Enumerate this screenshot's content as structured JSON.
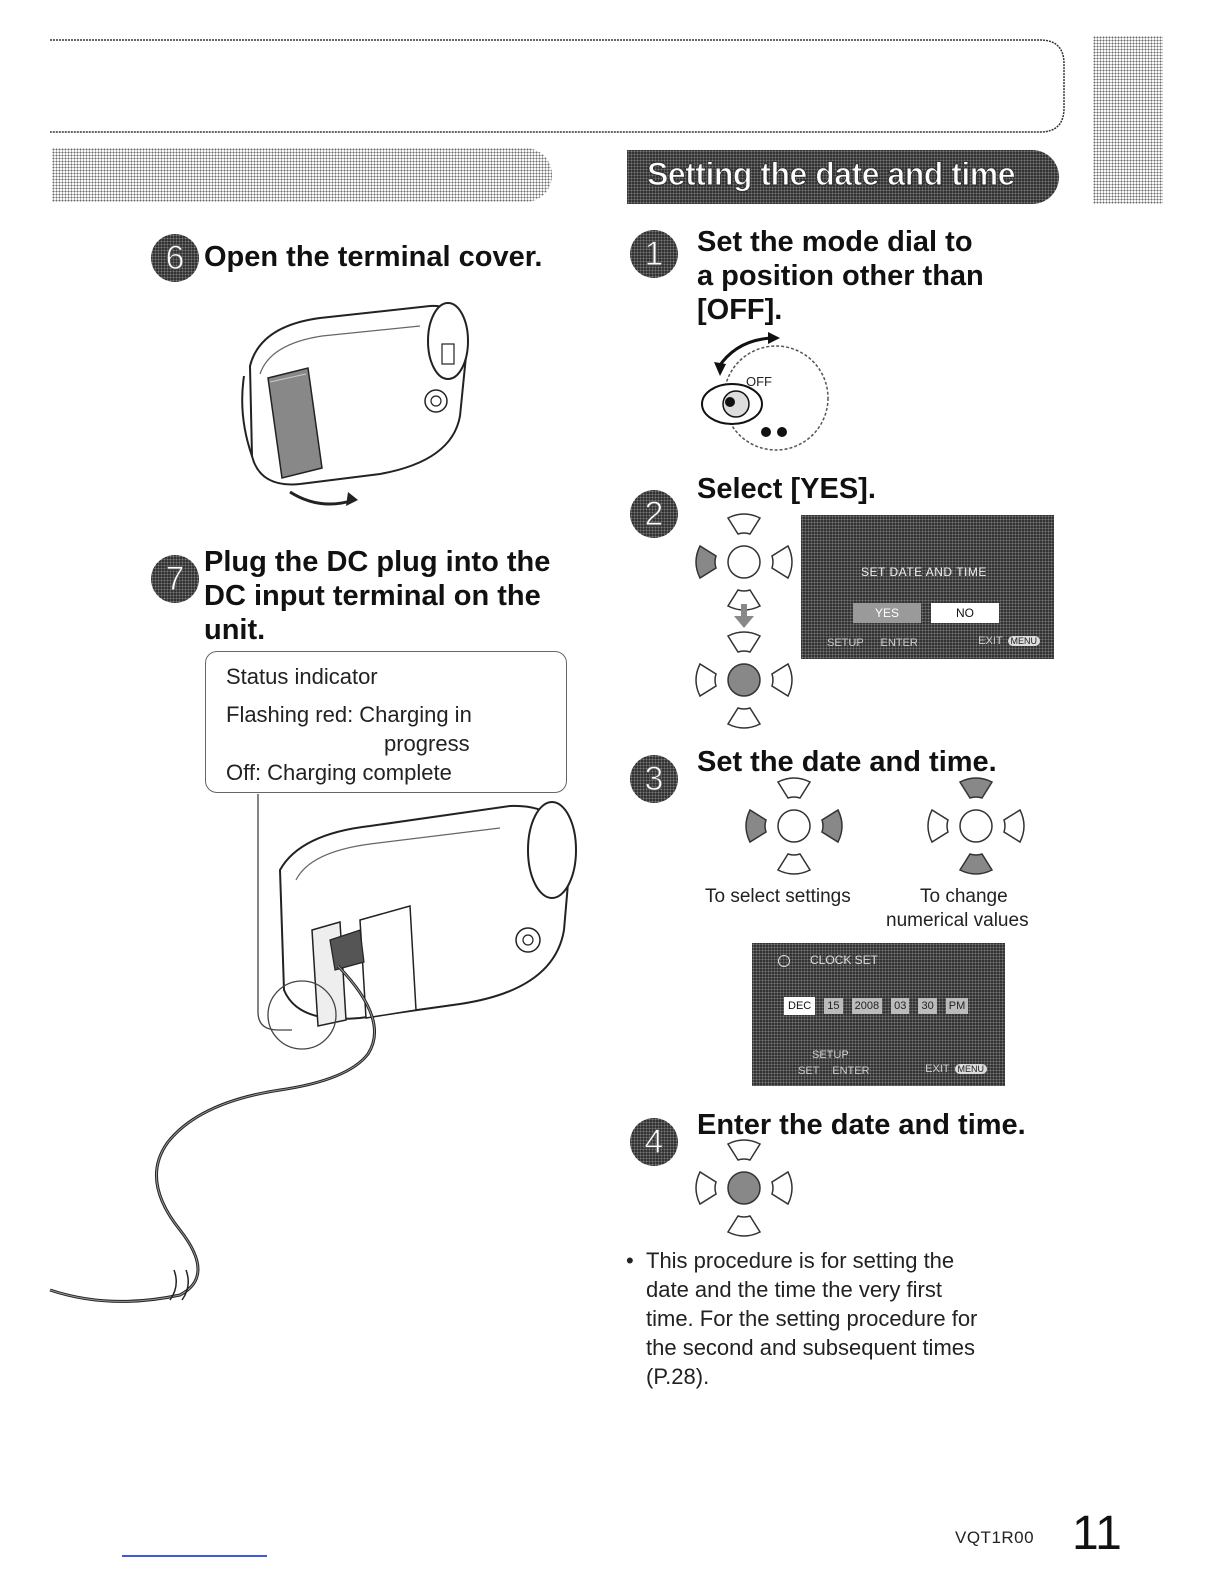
{
  "header": {},
  "left": {
    "step6": {
      "number": "6",
      "title": "Open the terminal cover."
    },
    "step7": {
      "number": "7",
      "title_lines": [
        "Plug the DC plug into the",
        "DC input terminal on the",
        "unit."
      ]
    },
    "status_box": {
      "heading": "Status indicator",
      "line1": "Flashing red: Charging in",
      "line2": "progress",
      "line3": "Off: Charging complete"
    }
  },
  "right": {
    "section_title": "Setting the date and time",
    "step1": {
      "number": "1",
      "title_lines": [
        "Set the mode dial to",
        "a position other than",
        "[OFF]."
      ],
      "dial_label": "OFF"
    },
    "step2": {
      "number": "2",
      "title": "Select [YES].",
      "screen": {
        "title": "SET DATE AND TIME",
        "yes": "YES",
        "no": "NO",
        "footer_left": "SETUP",
        "footer_mid": "ENTER",
        "footer_right": "EXIT",
        "menu_tag": "MENU"
      }
    },
    "step3": {
      "number": "3",
      "title": "Set the date and time.",
      "caption_left": "To select settings",
      "caption_right_1": "To change",
      "caption_right_2": "numerical values",
      "clock_screen": {
        "title": "CLOCK SET",
        "month": "DEC",
        "day": "15",
        "year": "2008",
        "hour": "03",
        "minute": "30",
        "ampm": "PM",
        "footer_line1": "SETUP",
        "footer_left": "SET",
        "footer_mid": "ENTER",
        "footer_right": "EXIT",
        "menu_tag": "MENU"
      }
    },
    "step4": {
      "number": "4",
      "title": "Enter the date and time.",
      "note_bullet": "•",
      "note_lines": [
        "This procedure is for setting the",
        "date and the time the very first",
        "time. For the setting procedure for",
        "the second and subsequent times",
        "(P.28)."
      ]
    }
  },
  "footer": {
    "model_code": "VQT1R00",
    "page_number": "11"
  }
}
